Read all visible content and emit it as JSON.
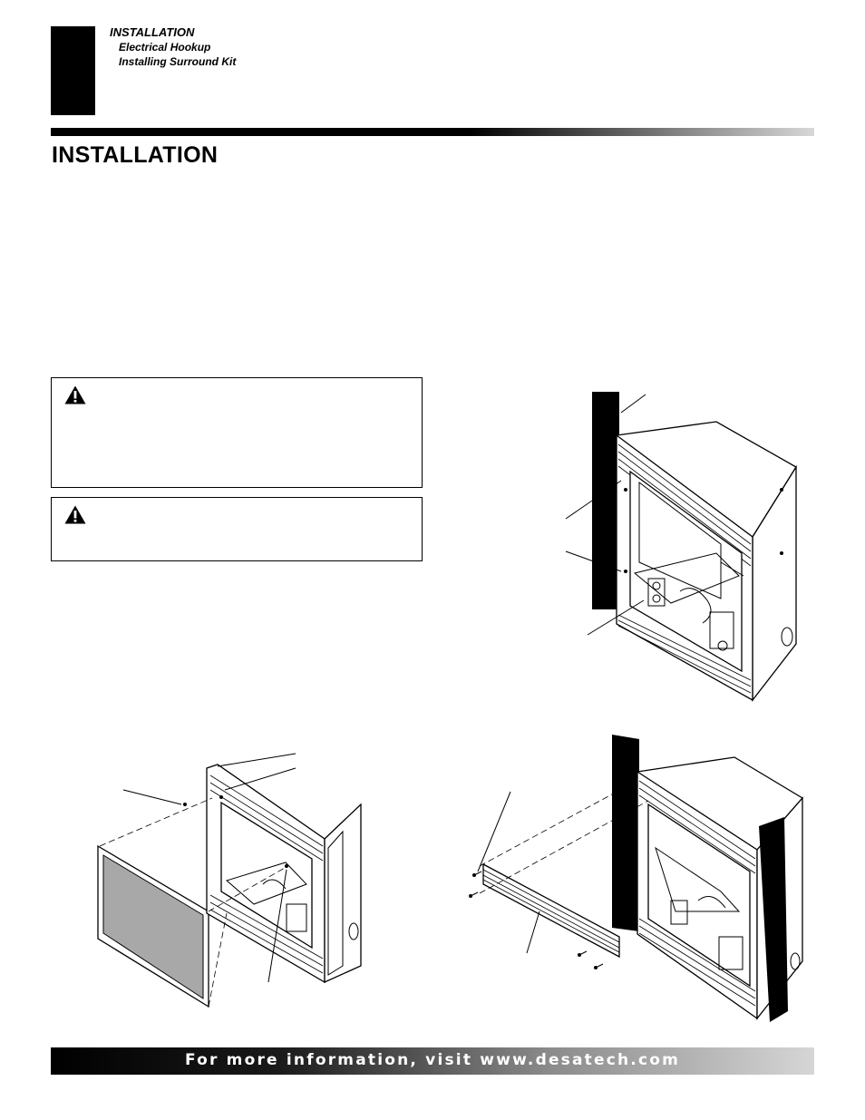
{
  "header": {
    "section": "INSTALLATION",
    "subsections": [
      "Electrical Hookup",
      "Installing Surround Kit"
    ]
  },
  "page_heading": "INSTALLATION",
  "warnings": [
    {
      "icon": "warning-triangle-icon"
    },
    {
      "icon": "warning-triangle-icon"
    }
  ],
  "footer": {
    "text": "For more information, visit www.desatech.com"
  },
  "colors": {
    "black": "#000000",
    "rule_fade": "#d8d8d8",
    "screen_gray": "#a8a8a8"
  }
}
